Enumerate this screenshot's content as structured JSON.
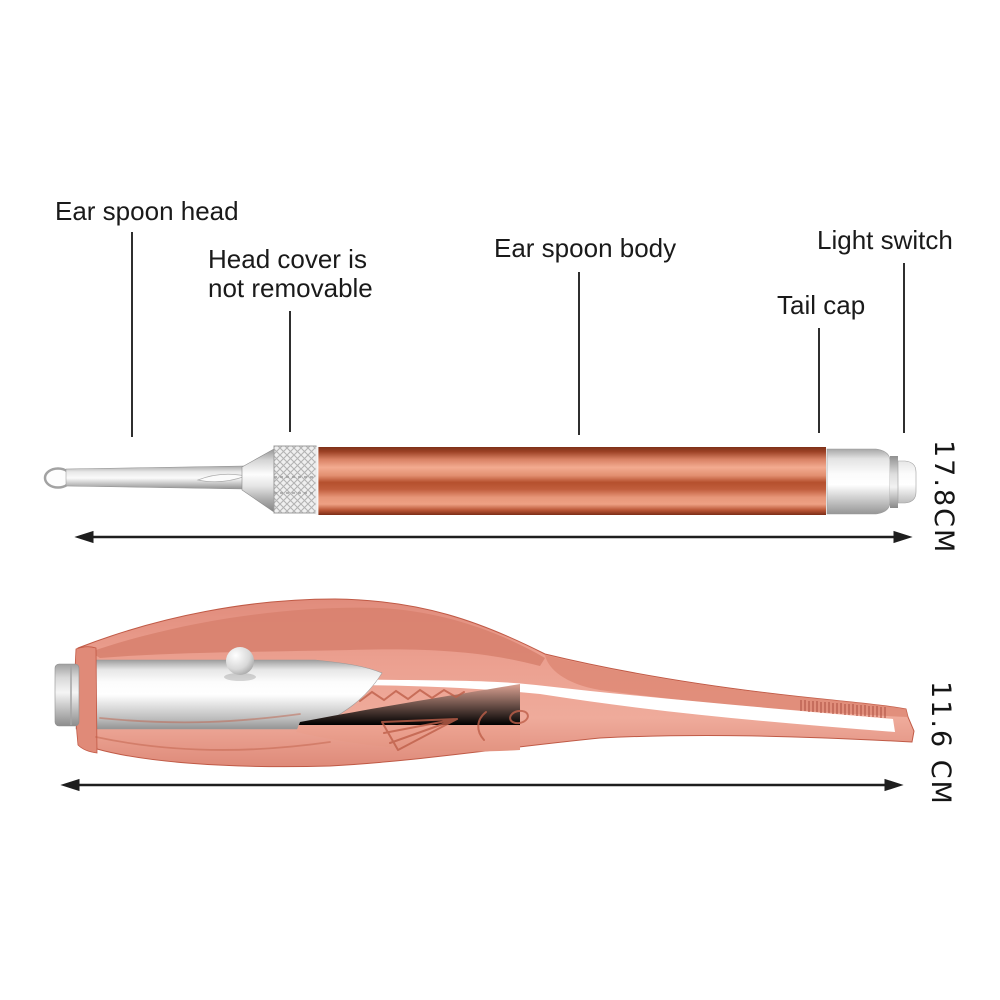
{
  "annotations": {
    "ear_spoon_head": "Ear spoon head",
    "head_cover_line1": "Head cover is",
    "head_cover_line2": "not removable",
    "ear_spoon_body": "Ear spoon body",
    "light_switch": "Light switch",
    "tail_cap": "Tail cap"
  },
  "dimensions": {
    "pen_length": "17.8CM",
    "tweezer_length": "11.6 CM"
  },
  "colors": {
    "label_text": "#1a1a1a",
    "leader_line": "#2f2f2f",
    "arrow": "#1e1e1e",
    "copper_body": "#c25f3d",
    "rose_gold_tweezer": "#e8998a",
    "silver_metal": "#d9d9d9",
    "background": "#ffffff"
  }
}
